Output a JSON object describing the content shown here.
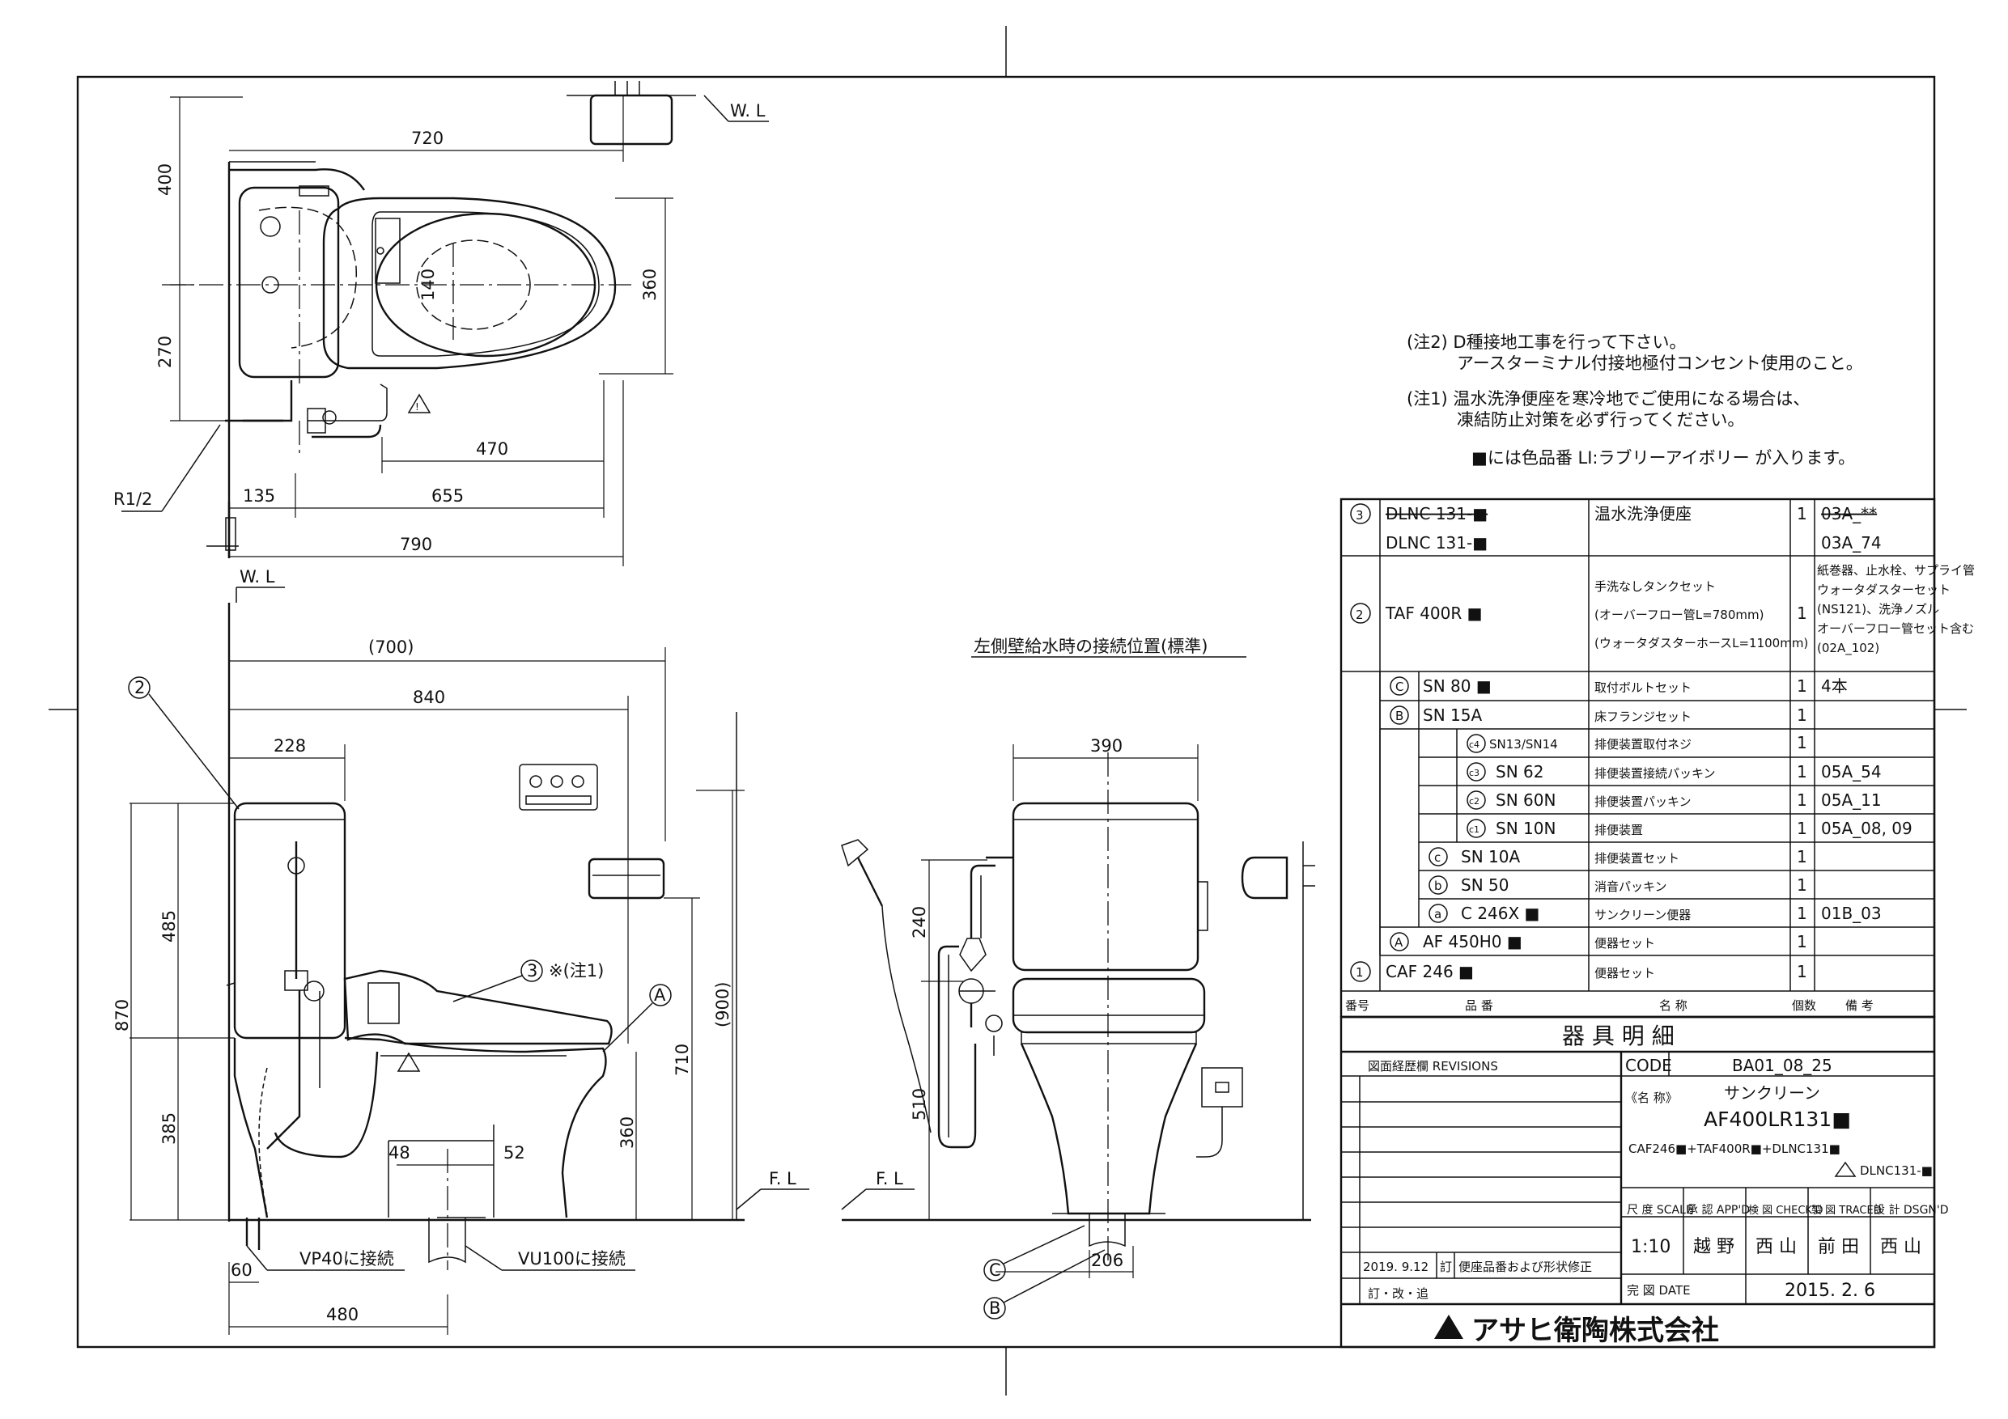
{
  "drawing": {
    "top_view_dims": {
      "d720": "720",
      "d400": "400",
      "d270": "270",
      "d360": "360",
      "d140": "140",
      "d470": "470",
      "d135": "135",
      "d655": "655",
      "d790": "790",
      "r12": "R1/2",
      "wl": "W. L"
    },
    "side_view_dims": {
      "d700": "(700)",
      "d840": "840",
      "d228": "228",
      "d485": "485",
      "d870": "870",
      "d385": "385",
      "d900": "(900)",
      "d710": "710",
      "d360": "360",
      "d48": "48",
      "d52": "52",
      "d60": "60",
      "d480": "480",
      "wl": "W. L",
      "fl": "F. L",
      "callout2": "2",
      "callout3": "3",
      "callout_a": "A",
      "note1": "※(注1)",
      "vp40": "VP40に接続",
      "vu100": "VU100に接続"
    },
    "front_view_dims": {
      "caption": "左側壁給水時の接続位置(標準)",
      "d390": "390",
      "d240": "240",
      "d510": "510",
      "d206": "206",
      "fl": "F. L",
      "callout_c": "C",
      "callout_b": "B"
    }
  },
  "notes": {
    "n2_line1": "(注2) D種接地工事を行って下さい。",
    "n2_line2": "アースターミナル付接地極付コンセント使用のこと。",
    "n1_line1": "(注1) 温水洗浄便座を寒冷地でご使用になる場合は、",
    "n1_line2": "凍結防止対策を必ず行ってください。",
    "color_note": "■には色品番 LI:ラブリーアイボリー が入ります。"
  },
  "parts_table": {
    "rows": [
      {
        "no": "3",
        "code_old": "DLNC 131-■",
        "code": "DLNC 131-■",
        "name": "温水洗浄便座",
        "qty": "1",
        "remark_old": "03A_**",
        "remark": "03A_74"
      },
      {
        "no": "2",
        "code": "TAF 400R ■",
        "name_lines": [
          "手洗なしタンクセット",
          "(オーバーフロー管L=780mm)",
          "(ウォータダスターホースL=1100mm)"
        ],
        "qty": "1",
        "remark_lines": [
          "紙巻器、止水栓、サプライ管",
          "ウォータダスターセット",
          "(NS121)、洗浄ノズル",
          "オーバーフロー管セット含む",
          "(02A_102)"
        ]
      },
      {
        "no": "C",
        "code": "SN 80 ■",
        "name": "取付ボルトセット",
        "qty": "1",
        "remark": "4本"
      },
      {
        "no": "B",
        "code": "SN 15A",
        "name": "床フランジセット",
        "qty": "1",
        "remark": ""
      },
      {
        "no": "c4",
        "code": "SN13/SN14",
        "name": "排便装置取付ネジ",
        "qty": "1",
        "remark": ""
      },
      {
        "no": "c3",
        "code": "SN 62",
        "name": "排便装置接続パッキン",
        "qty": "1",
        "remark": "05A_54"
      },
      {
        "no": "c2",
        "code": "SN 60N",
        "name": "排便装置パッキン",
        "qty": "1",
        "remark": "05A_11"
      },
      {
        "no": "c1",
        "code": "SN 10N",
        "name": "排便装置",
        "qty": "1",
        "remark": "05A_08, 09"
      },
      {
        "no": "c",
        "code": "SN 10A",
        "name": "排便装置セット",
        "qty": "1",
        "remark": ""
      },
      {
        "no": "b",
        "code": "SN 50",
        "name": "消音パッキン",
        "qty": "1",
        "remark": ""
      },
      {
        "no": "a",
        "code": "C 246X ■",
        "name": "サンクリーン便器",
        "qty": "1",
        "remark": "01B_03"
      },
      {
        "no": "A",
        "code": "AF 450H0 ■",
        "name": "便器セット",
        "qty": "1",
        "remark": ""
      },
      {
        "no": "1",
        "code": "CAF 246 ■",
        "name": "便器セット",
        "qty": "1",
        "remark": ""
      }
    ],
    "header": {
      "no": "番号",
      "code": "品 番",
      "name": "名 称",
      "qty": "個数",
      "remark": "備 考"
    },
    "title": "器 具 明 細"
  },
  "title_block": {
    "revisions_label": "図面経歴欄 REVISIONS",
    "code_label": "CODE",
    "code": "BA01_08_25",
    "name_label": "《名 称》",
    "name": "サンクリーン",
    "model": "AF400LR131■",
    "model_line2": "CAF246■+TAF400R■+DLNC131■",
    "model_line3": "DLNC131-■",
    "rev1_date": "2019. 9.12",
    "rev1_mark": "訂",
    "rev1_text": "便座品番および形状修正",
    "rev_footer": "訂・改・追",
    "scale_label": "尺 度 SCALE",
    "app_label": "承 認 APP'D",
    "check_label": "検 図 CHECK'D",
    "traced_label": "製 図 TRACED",
    "dsgn_label": "設 計 DSGN'D",
    "scale": "1:10",
    "app": "越 野",
    "check": "西 山",
    "traced": "前 田",
    "dsgn": "西 山",
    "date_label": "完 図 DATE",
    "date": "2015. 2. 6",
    "company": "アサヒ衛陶株式会社"
  }
}
